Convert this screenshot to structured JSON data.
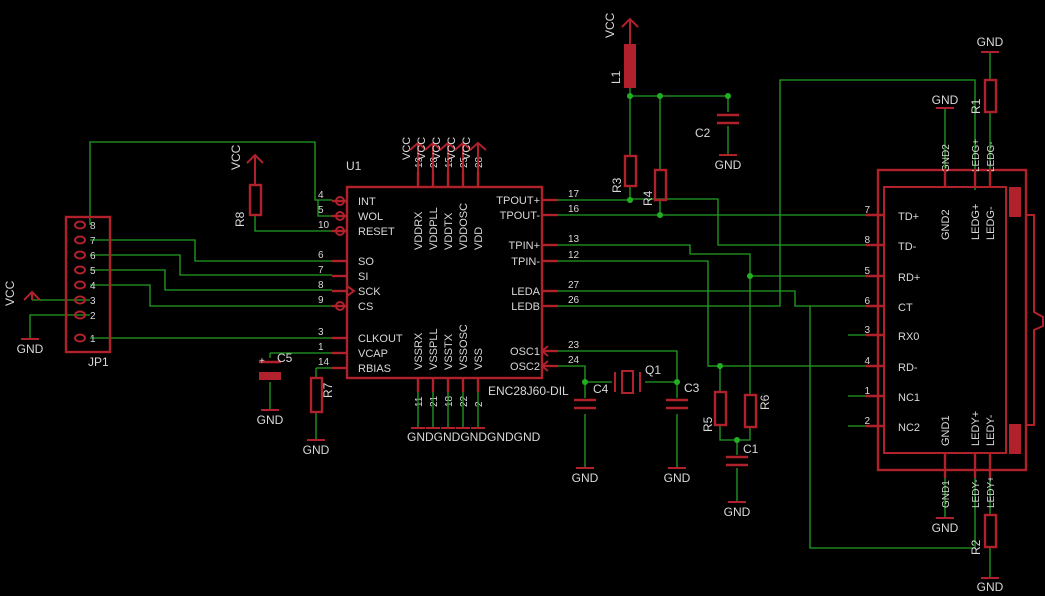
{
  "schematic": {
    "u1": {
      "name": "U1",
      "value": "ENC28J60-DIL",
      "left_pins": [
        {
          "num": "4",
          "label": "INT"
        },
        {
          "num": "5",
          "label": "WOL"
        },
        {
          "num": "10",
          "label": "RESET"
        },
        {
          "num": "6",
          "label": "SO"
        },
        {
          "num": "7",
          "label": "SI"
        },
        {
          "num": "8",
          "label": "SCK"
        },
        {
          "num": "9",
          "label": "CS"
        },
        {
          "num": "3",
          "label": "CLKOUT"
        },
        {
          "num": "1",
          "label": "VCAP"
        },
        {
          "num": "14",
          "label": "RBIAS"
        }
      ],
      "right_pins": [
        {
          "num": "17",
          "label": "TPOUT+"
        },
        {
          "num": "16",
          "label": "TPOUT-"
        },
        {
          "num": "13",
          "label": "TPIN+"
        },
        {
          "num": "12",
          "label": "TPIN-"
        },
        {
          "num": "27",
          "label": "LEDA"
        },
        {
          "num": "26",
          "label": "LEDB"
        },
        {
          "num": "23",
          "label": "OSC1"
        },
        {
          "num": "24",
          "label": "OSC2"
        }
      ],
      "top_pins": [
        {
          "num": "19",
          "label": "VDDRX",
          "net": "VCC"
        },
        {
          "num": "20",
          "label": "VDDPLL",
          "net": "VCC"
        },
        {
          "num": "15",
          "label": "VDDTX",
          "net": "VCC"
        },
        {
          "num": "25",
          "label": "VDDOSC",
          "net": "VCC"
        },
        {
          "num": "28",
          "label": "VDD",
          "net": "VCC"
        }
      ],
      "bottom_pins": [
        {
          "num": "11",
          "label": "VSSRX",
          "net": "GND"
        },
        {
          "num": "21",
          "label": "VSSPLL",
          "net": "GND"
        },
        {
          "num": "18",
          "label": "VSSTX",
          "net": "GND"
        },
        {
          "num": "22",
          "label": "VSSOSC",
          "net": "GND"
        },
        {
          "num": "2",
          "label": "VSS",
          "net": "GND"
        }
      ],
      "bottom_net_text": "GNDGNDGNDGNDGND"
    },
    "jp1": {
      "name": "JP1",
      "pins": [
        "8",
        "7",
        "6",
        "5",
        "4",
        "3",
        "2",
        "1"
      ]
    },
    "magjack": {
      "left_pins": [
        {
          "num": "7",
          "label": "TD+"
        },
        {
          "num": "8",
          "label": "TD-"
        },
        {
          "num": "5",
          "label": "RD+"
        },
        {
          "num": "6",
          "label": "CT"
        },
        {
          "num": "3",
          "label": "RX0"
        },
        {
          "num": "4",
          "label": "RD-"
        },
        {
          "num": "1",
          "label": "NC1"
        },
        {
          "num": "2",
          "label": "NC2"
        }
      ],
      "top_labels": [
        "GND2",
        "LEDG+",
        "LEDG-"
      ],
      "top_outside": [
        "GND2",
        "LEDG+",
        "LEDG-"
      ],
      "bottom_labels": [
        "GND1",
        "LEDY+",
        "LEDY-"
      ],
      "bottom_outside": [
        "GND1",
        "LEDY-",
        "LEDY+"
      ]
    },
    "parts": {
      "r1": "R1",
      "r2": "R2",
      "r3": "R3",
      "r4": "R4",
      "r5": "R5",
      "r6": "R6",
      "r7": "R7",
      "r8": "R8",
      "c1": "C1",
      "c2": "C2",
      "c3": "C3",
      "c4": "C4",
      "c5": "C5",
      "l1": "L1",
      "q1": "Q1"
    },
    "nets": {
      "vcc": "VCC",
      "gnd": "GND"
    }
  },
  "colors": {
    "wire": "#22a022",
    "component": "#b0212b",
    "text": "#d8d8d8",
    "background": "#000000"
  }
}
